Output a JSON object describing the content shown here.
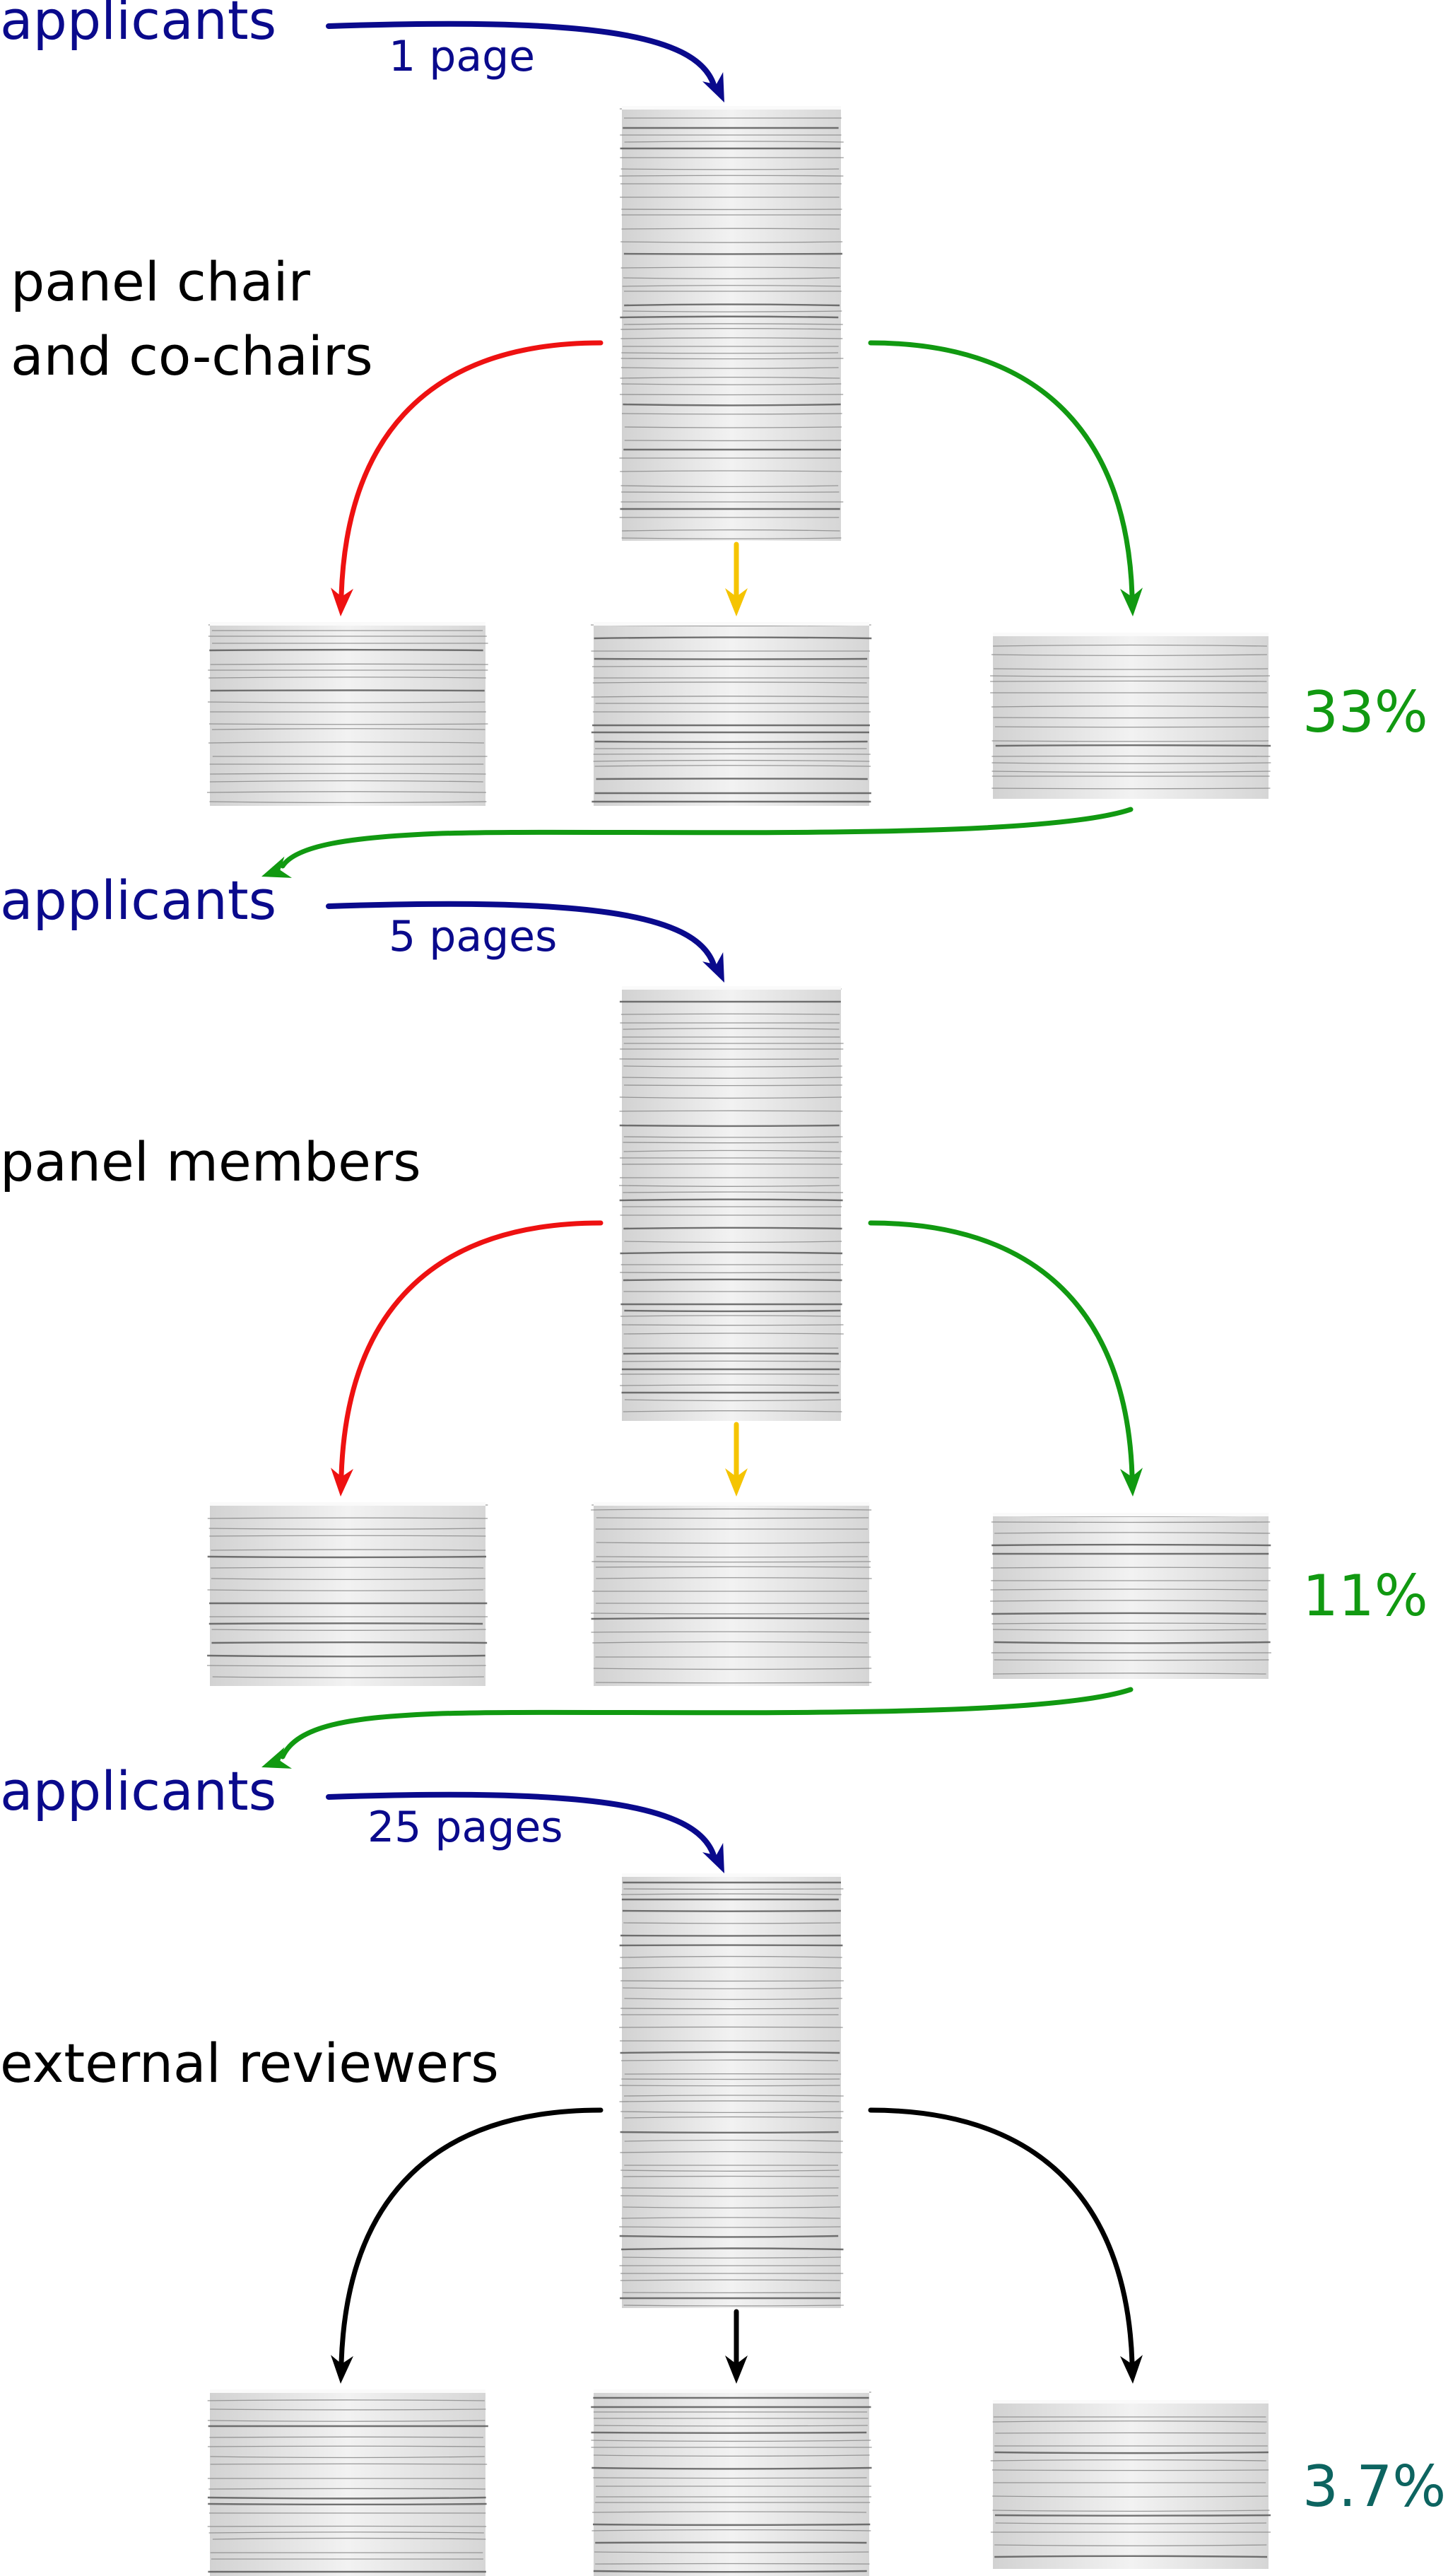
{
  "colors": {
    "applicants": "#0a0a8c",
    "reject": "#ee1111",
    "maybe": "#f5c400",
    "accept": "#119911",
    "neutral": "#000000",
    "final_pct": "#0d6460",
    "paper": "#e4e4e4",
    "paper_line": "#8a8a8a"
  },
  "stages": [
    {
      "applicants_label": "applicants",
      "pages_label": "1 page",
      "reviewer_lines": [
        "panel chair",
        "and co-chairs"
      ],
      "arrow_style": "colored",
      "success_rate": "33%"
    },
    {
      "applicants_label": "applicants",
      "pages_label": "5 pages",
      "reviewer_lines": [
        "panel members"
      ],
      "arrow_style": "colored",
      "success_rate": "11%"
    },
    {
      "applicants_label": "applicants",
      "pages_label": "25 pages",
      "reviewer_lines": [
        "external reviewers"
      ],
      "arrow_style": "black",
      "success_rate": "3.7%"
    }
  ]
}
